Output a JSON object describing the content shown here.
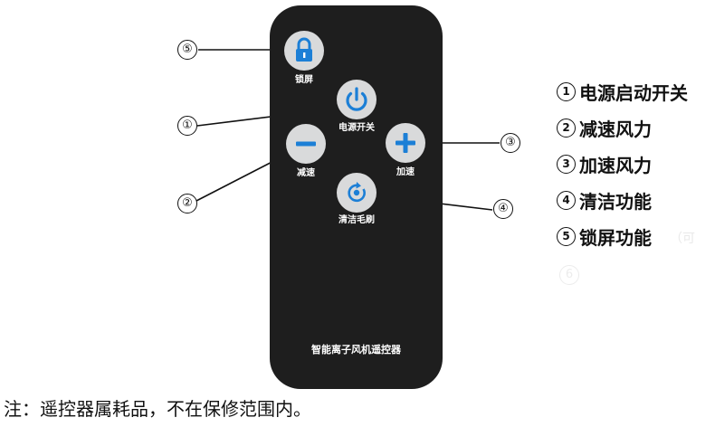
{
  "remote": {
    "title": "智能离子风机遥控器",
    "buttons": [
      {
        "id": "lock",
        "label": "锁屏",
        "icon": "lock-icon"
      },
      {
        "id": "power",
        "label": "电源开关",
        "icon": "power-icon"
      },
      {
        "id": "minus",
        "label": "减速",
        "icon": "minus-icon"
      },
      {
        "id": "plus",
        "label": "加速",
        "icon": "plus-icon"
      },
      {
        "id": "clean",
        "label": "清洁毛刷",
        "icon": "clean-brush-icon"
      }
    ]
  },
  "callouts": [
    "⑤",
    "①",
    "②",
    "③",
    "④"
  ],
  "legend": [
    {
      "num": "1",
      "text": "电源启动开关"
    },
    {
      "num": "2",
      "text": "减速风力"
    },
    {
      "num": "3",
      "text": "加速风力"
    },
    {
      "num": "4",
      "text": "清洁功能"
    },
    {
      "num": "5",
      "text": "锁屏功能"
    }
  ],
  "legend_extra": "（可",
  "legend_faint_num": "6",
  "footnote": "注：遥控器属耗品，不在保修范围内。",
  "colors": {
    "icon_blue": "#1c7fd6",
    "button_gray": "#d9dadb",
    "remote_body": "#1e1e1e"
  }
}
